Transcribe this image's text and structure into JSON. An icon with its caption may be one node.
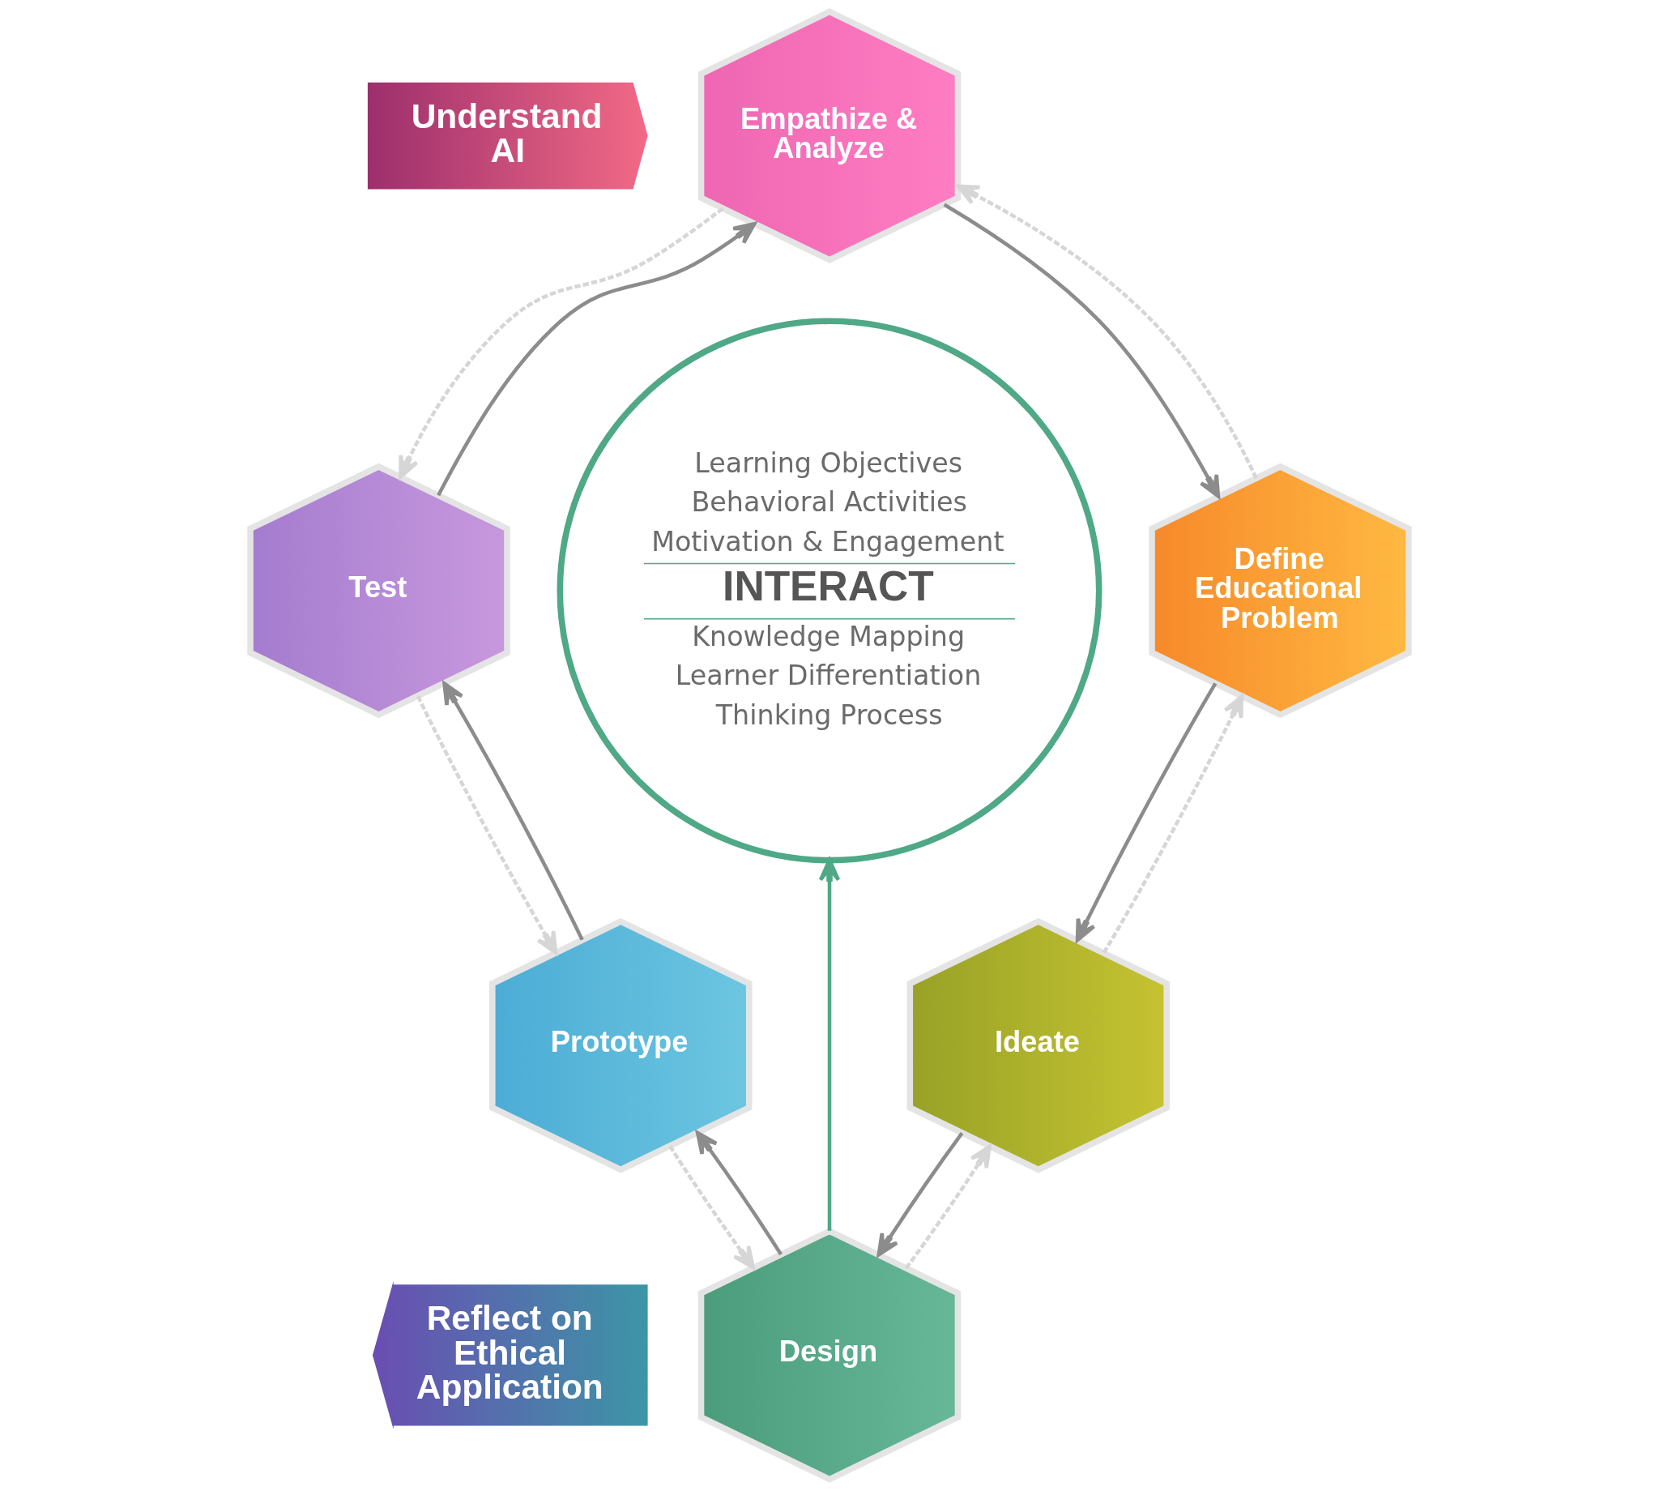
{
  "diagram": {
    "nodes": [
      {
        "text": [
          "Understand AI"
        ]
      },
      {
        "text": [
          "Empathize & Analyze"
        ]
      },
      {
        "text": [
          "Test"
        ]
      },
      {
        "text": [
          "Define Educational Problem"
        ]
      },
      {
        "text": [
          "Learning Objectives",
          "Behavioral Activities",
          "Motivation & Engagement",
          "INTERACT",
          "Knowledge Mapping",
          "Learner Differentiation",
          "Thinking Process"
        ]
      },
      {
        "text": [
          "Prototype"
        ]
      },
      {
        "text": [
          "Ideate"
        ]
      },
      {
        "text": [
          "Reflect on Ethical Application"
        ]
      },
      {
        "text": [
          "Design"
        ]
      }
    ],
    "edges": [
      {
        "from": 1,
        "to": 3,
        "arrow": "to"
      },
      {
        "from": 3,
        "to": 6,
        "arrow": "to"
      },
      {
        "from": 6,
        "to": 8,
        "arrow": "to"
      },
      {
        "from": 8,
        "to": 5,
        "arrow": "to"
      },
      {
        "from": 5,
        "to": 2,
        "arrow": "to"
      },
      {
        "from": 2,
        "to": 1,
        "arrow": "to"
      },
      {
        "from": 3,
        "to": 1,
        "arrow": "to",
        "style": "dashed",
        "color": "#d6d6d6"
      },
      {
        "from": 6,
        "to": 3,
        "arrow": "to",
        "style": "dashed",
        "color": "#d6d6d6"
      },
      {
        "from": 8,
        "to": 6,
        "arrow": "to",
        "style": "dashed",
        "color": "#d6d6d6"
      },
      {
        "from": 5,
        "to": 8,
        "arrow": "to",
        "style": "dashed",
        "color": "#d6d6d6"
      },
      {
        "from": 2,
        "to": 5,
        "arrow": "to",
        "style": "dashed",
        "color": "#d6d6d6"
      },
      {
        "from": 1,
        "to": 2,
        "arrow": "to",
        "style": "dashed",
        "color": "#d6d6d6"
      },
      {
        "from": 8,
        "to": 4,
        "arrow": "to",
        "color": "#4fa886"
      }
    ]
  }
}
